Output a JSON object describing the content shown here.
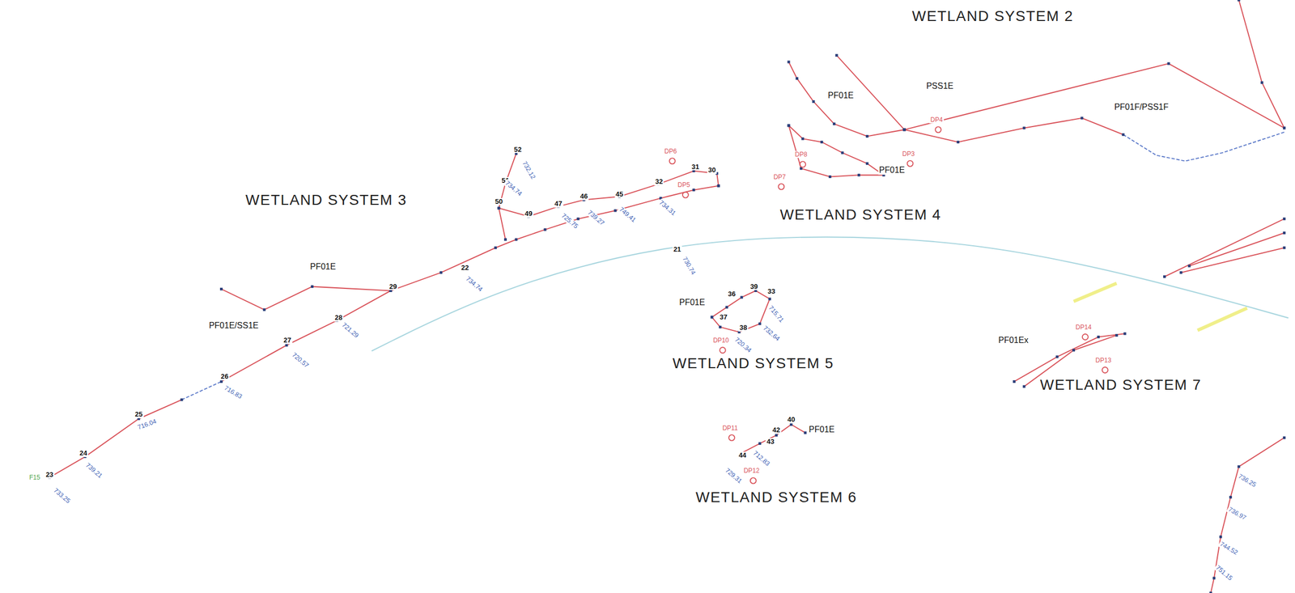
{
  "diagram": {
    "labels": [
      "WETLAND SYSTEM 2",
      "WETLAND SYSTEM 3",
      "WETLAND SYSTEM 4",
      "WETLAND SYSTEM 5",
      "WETLAND SYSTEM 7",
      "WETLAND SYSTEM 6",
      "PF01E",
      "PSS1E",
      "PF01F/PSS1F",
      "PF01E",
      "PF01E",
      "PF01E/SS1E",
      "PF01E",
      "PF01Ex",
      "PF01E",
      "23",
      "24",
      "25",
      "26",
      "27",
      "28",
      "29",
      "22",
      "21",
      "52",
      "51",
      "50",
      "49",
      "47",
      "46",
      "45",
      "32",
      "31",
      "30",
      "33",
      "36",
      "37",
      "38",
      "39",
      "40",
      "42",
      "43",
      "44",
      "DP6",
      "DP5",
      "DP8",
      "DP7",
      "DP4",
      "DP3",
      "DP10",
      "DP11",
      "DP12",
      "DP14",
      "DP13",
      "733.25",
      "739.21",
      "716.04",
      "716.83",
      "720.57",
      "721.29",
      "734.74",
      "734.74",
      "732.12",
      "725.75",
      "739.27",
      "749.41",
      "734.31",
      "730.74",
      "715.71",
      "732.64",
      "720.34",
      "712.83",
      "729.31",
      "736.25",
      "736.97",
      "744.52",
      "751.15",
      "F15"
    ]
  }
}
